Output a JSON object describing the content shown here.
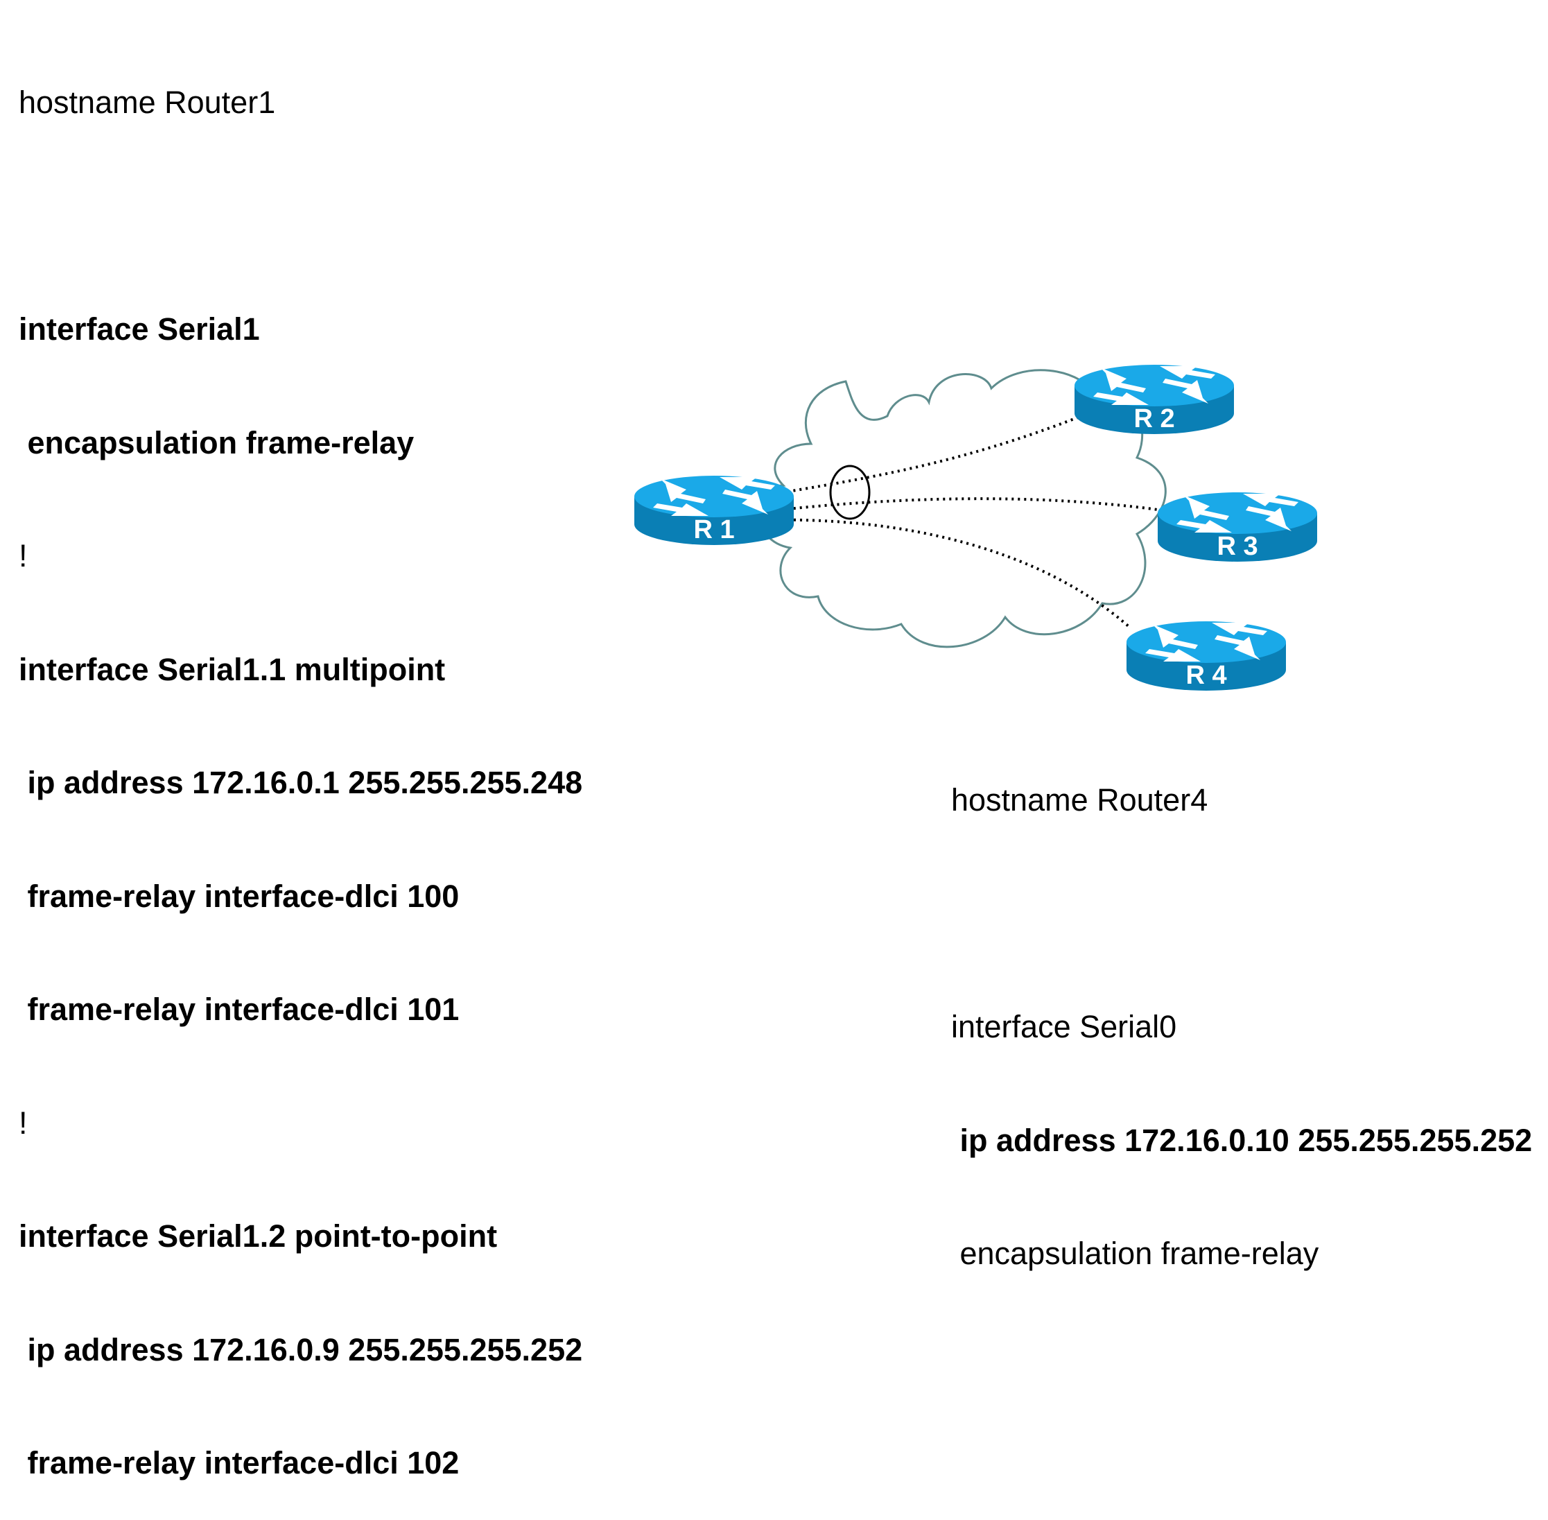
{
  "router1_config": {
    "lines": [
      {
        "text": "hostname Router1",
        "bold": false
      },
      {
        "text": "",
        "bold": false
      },
      {
        "text": "interface Serial1",
        "bold": true
      },
      {
        "text": " encapsulation frame-relay",
        "bold": true
      },
      {
        "text": "!",
        "bold": false
      },
      {
        "text": "interface Serial1.1 multipoint",
        "bold": true
      },
      {
        "text": " ip address 172.16.0.1 255.255.255.248",
        "bold": true
      },
      {
        "text": " frame-relay interface-dlci 100",
        "bold": true
      },
      {
        "text": " frame-relay interface-dlci 101",
        "bold": true
      },
      {
        "text": "!",
        "bold": false
      },
      {
        "text": "interface Serial1.2 point-to-point",
        "bold": true
      },
      {
        "text": " ip address 172.16.0.9 255.255.255.252",
        "bold": true
      },
      {
        "text": " frame-relay interface-dlci 102",
        "bold": true
      }
    ]
  },
  "router4_config": {
    "lines": [
      {
        "text": "hostname Router4",
        "bold": false
      },
      {
        "text": "",
        "bold": false
      },
      {
        "text": "interface Serial0",
        "bold": false
      },
      {
        "text": " ip address 172.16.0.10 255.255.255.252",
        "bold": true
      },
      {
        "text": " encapsulation frame-relay",
        "bold": false
      }
    ]
  },
  "routers": [
    {
      "id": "r1",
      "label": "R 1"
    },
    {
      "id": "r2",
      "label": "R 2"
    },
    {
      "id": "r3",
      "label": "R 3"
    },
    {
      "id": "r4",
      "label": "R 4"
    }
  ],
  "colors": {
    "router_top": "#1aa9e8",
    "router_side": "#0a7fb5",
    "router_arrows": "#ffffff",
    "cloud_outline": "#5f8d8e",
    "cloud_fill": "#ffffff",
    "link": "#000000"
  }
}
